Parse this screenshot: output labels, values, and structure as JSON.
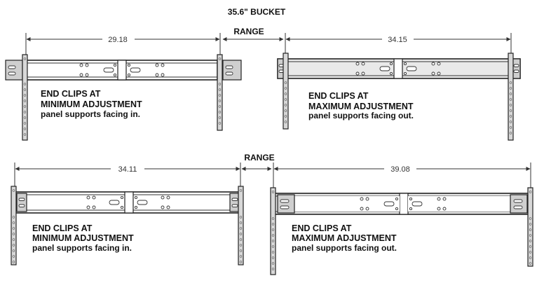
{
  "title": "35.6\" BUCKET",
  "range_label": "RANGE",
  "diagrams": [
    {
      "dimension": "29.18",
      "caption_line1": "END CLIPS AT",
      "caption_line2": "MINIMUM ADJUSTMENT",
      "caption_line3": "panel supports facing in."
    },
    {
      "dimension": "34.15",
      "caption_line1": "END CLIPS AT",
      "caption_line2": "MAXIMUM ADJUSTMENT",
      "caption_line3": "panel supports facing out."
    },
    {
      "dimension": "34.11",
      "caption_line1": "END CLIPS AT",
      "caption_line2": "MINIMUM ADJUSTMENT",
      "caption_line3": "panel supports facing in."
    },
    {
      "dimension": "39.08",
      "caption_line1": "END CLIPS AT",
      "caption_line2": "MAXIMUM ADJUSTMENT",
      "caption_line3": "panel supports facing out."
    }
  ]
}
